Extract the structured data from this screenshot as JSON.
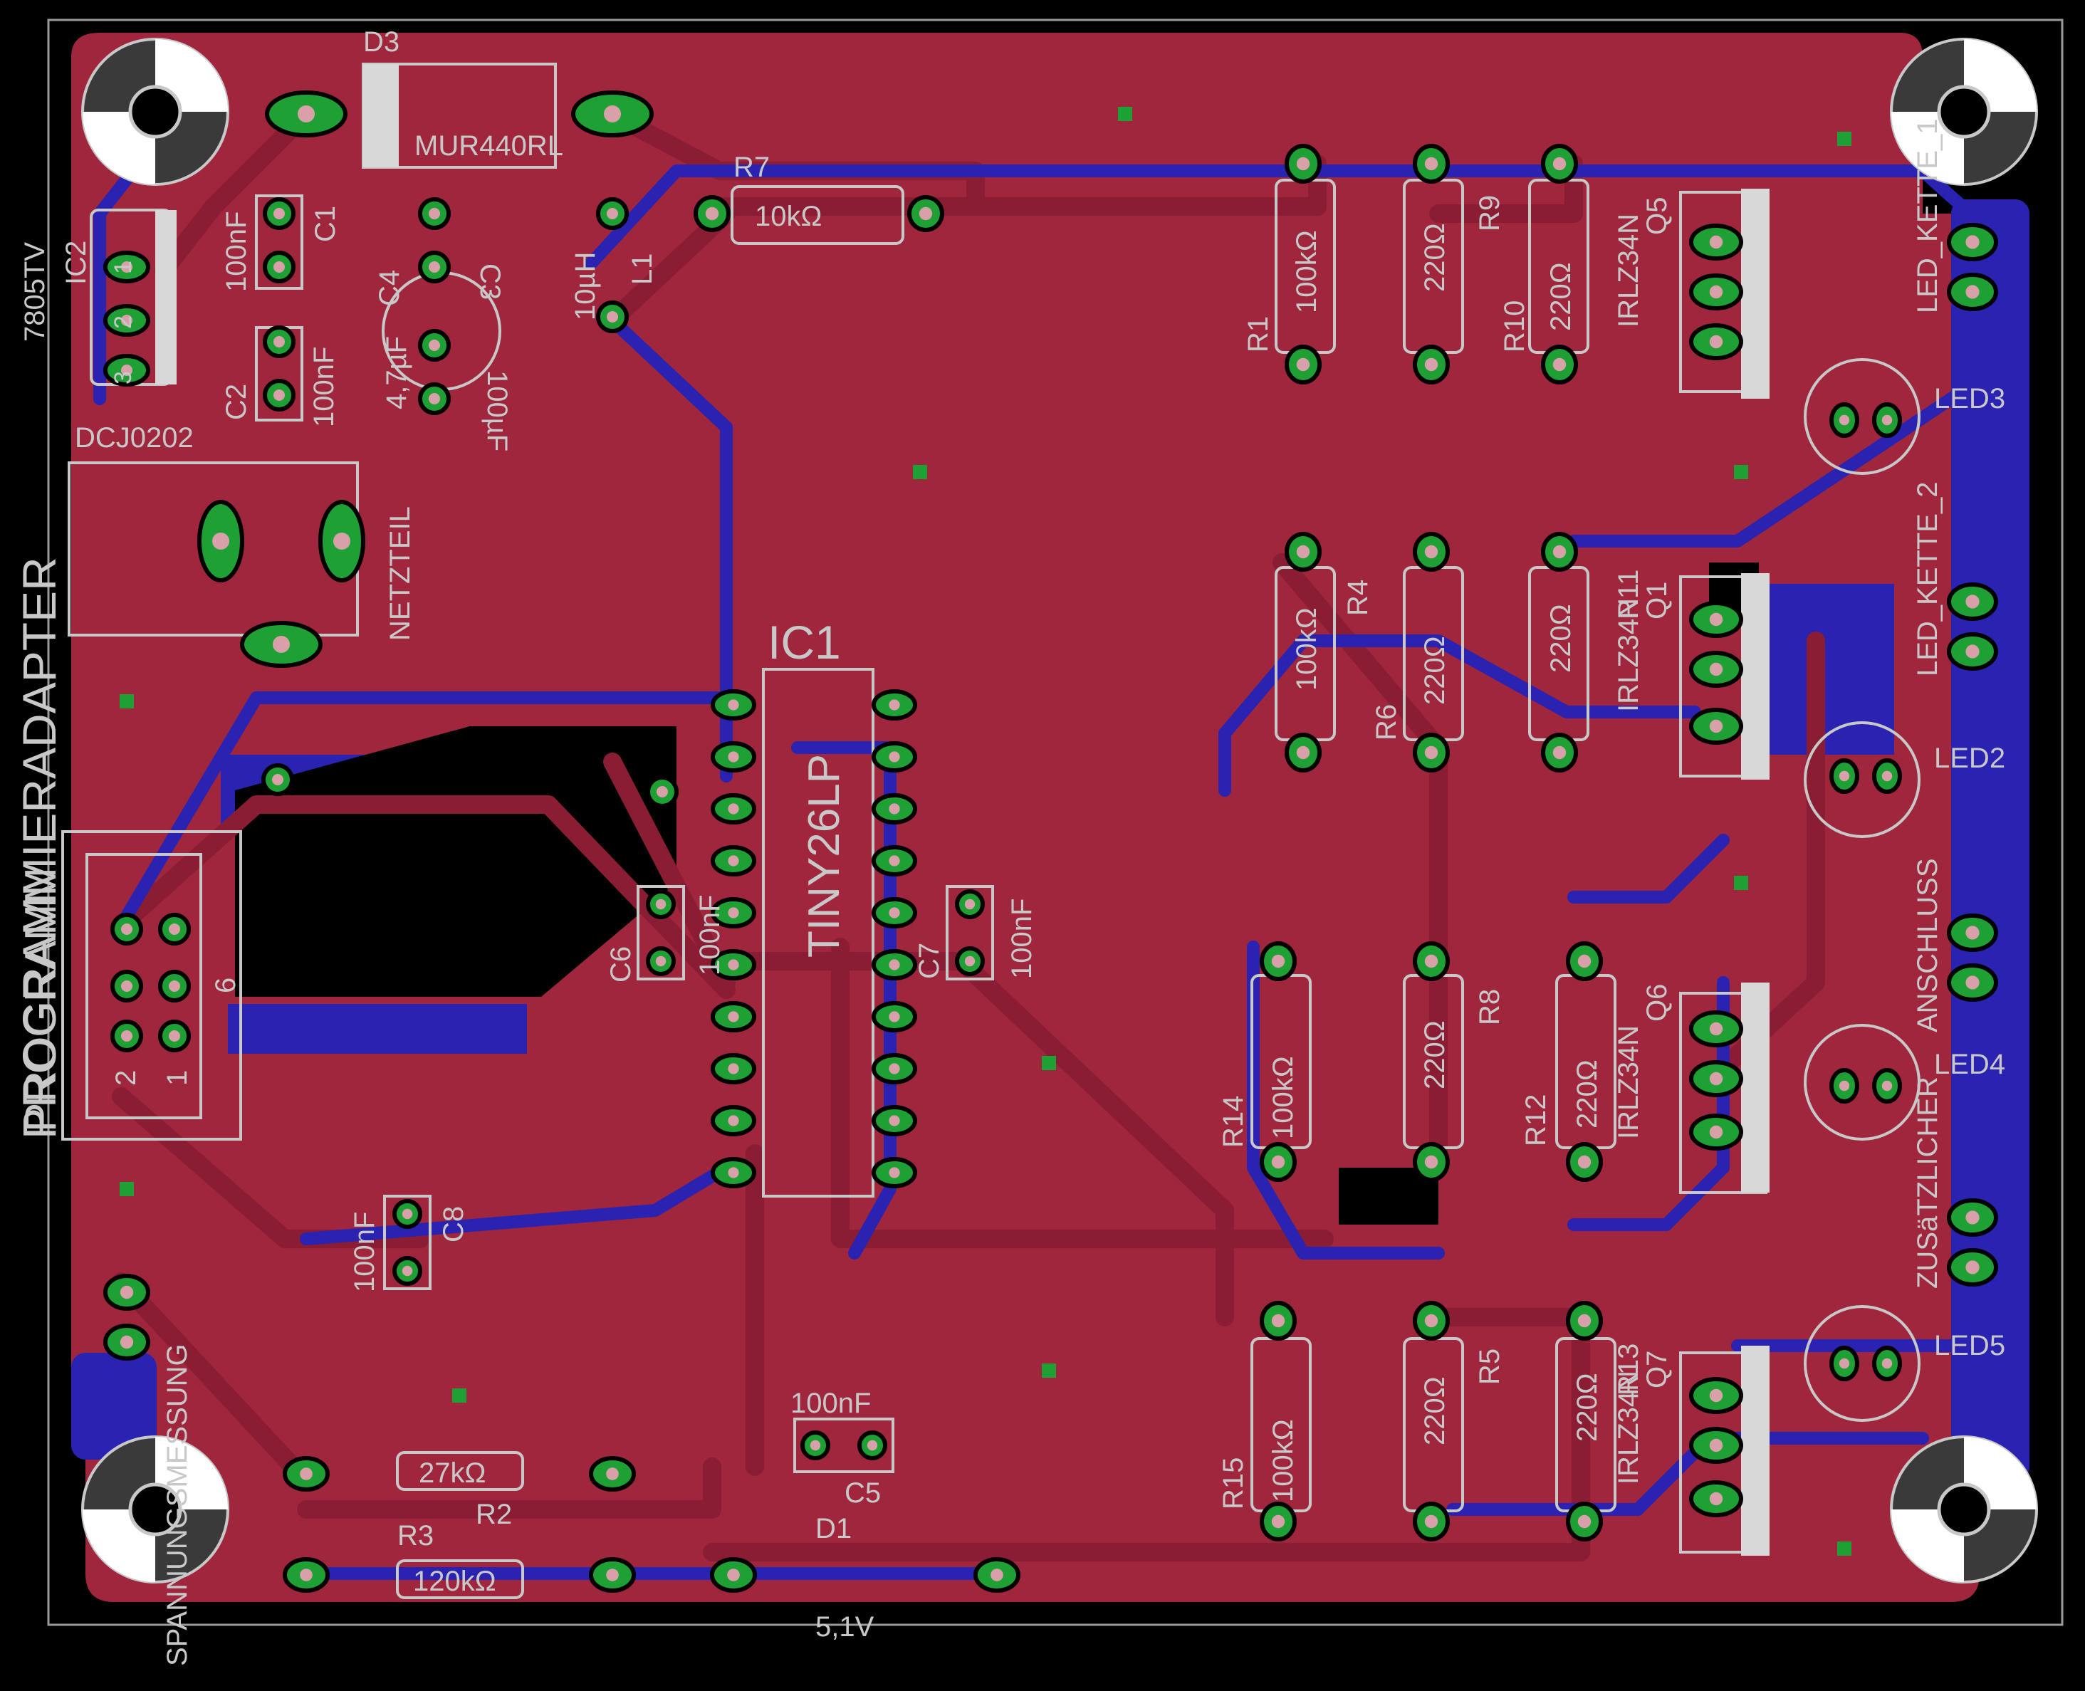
{
  "colors": {
    "background": "#000000",
    "top_copper": "#a0263e",
    "bottom_copper": "#2a22b0",
    "pad_green": "#1fa035",
    "silkscreen": "#c8c8c8",
    "outline": "#9a9a9a"
  },
  "board": {
    "side_label": "PROGRAMMIERADAPTER",
    "ic1": {
      "name": "IC1",
      "value": "TINY26LP"
    },
    "ic2": {
      "name": "IC2",
      "value": "7805TV",
      "pins": [
        "1",
        "2",
        "3"
      ]
    },
    "d3": {
      "name": "D3",
      "value": "MUR440RL"
    },
    "l1": {
      "name": "L1",
      "value": "10µH"
    },
    "c1": {
      "name": "C1",
      "value": "100nF"
    },
    "c2": {
      "name": "C2",
      "value": "100nF"
    },
    "c3": {
      "name": "C3",
      "value": "100µF"
    },
    "c4": {
      "name": "C4",
      "value": "4,7µF"
    },
    "c5": {
      "name": "C5",
      "value": "100nF"
    },
    "c6": {
      "name": "C6",
      "value": "100nF"
    },
    "c7": {
      "name": "C7",
      "value": "100nF"
    },
    "c8": {
      "name": "C8",
      "value": "100nF"
    },
    "r1": {
      "name": "R1",
      "value": "100kΩ"
    },
    "r2": {
      "name": "R2",
      "value": "27kΩ"
    },
    "r3": {
      "name": "R3",
      "value": "120kΩ"
    },
    "r4": {
      "name": "R4",
      "value": "100kΩ"
    },
    "r5": {
      "name": "R5",
      "value": "220Ω"
    },
    "r6": {
      "name": "R6",
      "value": "220Ω"
    },
    "r7": {
      "name": "R7",
      "value": "10kΩ"
    },
    "r8": {
      "name": "R8",
      "value": "220Ω"
    },
    "r9": {
      "name": "R9",
      "value": "220Ω"
    },
    "r10": {
      "name": "R10",
      "value": "220Ω"
    },
    "r11": {
      "name": "R11",
      "value": "220Ω"
    },
    "r12": {
      "name": "R12",
      "value": "220Ω"
    },
    "r13": {
      "name": "R13",
      "value": "220Ω"
    },
    "r14": {
      "name": "R14",
      "value": "100kΩ"
    },
    "r15": {
      "name": "R15",
      "value": "100kΩ"
    },
    "q1": {
      "name": "Q1",
      "value": "IRLZ34N"
    },
    "q5": {
      "name": "Q5",
      "value": "IRLZ34N"
    },
    "q6": {
      "name": "Q6",
      "value": "IRLZ34N"
    },
    "q7": {
      "name": "Q7",
      "value": "IRLZ34N"
    },
    "led2": "LED2",
    "led3": "LED3",
    "led4": "LED4",
    "led5": "LED5",
    "led_kette_1": "LED_KETTE_1",
    "led_kette_2": "LED_KETTE_2",
    "anschluss": "ANSCHLUSS",
    "zusaetzlicher": "ZUSäTZLICHER",
    "netzteil": "NETZTEIL",
    "dcj": "DCJ0202",
    "programm": "PROGRAMM",
    "prog_pins": [
      "2",
      "1",
      "6"
    ],
    "spannungsmessung": "SPANNUNGSMESSUNG",
    "d1": {
      "name": "D1",
      "value": "5,1V"
    }
  }
}
